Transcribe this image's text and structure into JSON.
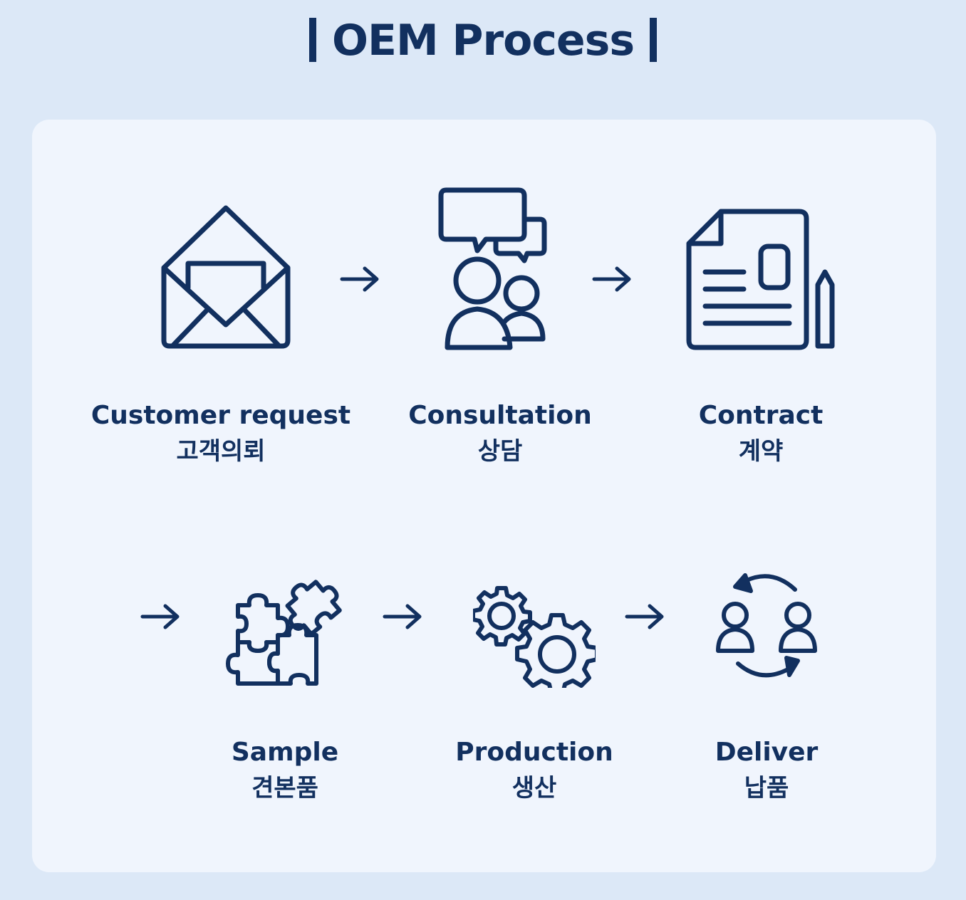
{
  "title": "OEM Process",
  "colors": {
    "background": "#dce8f7",
    "card": "#f0f5fd",
    "ink": "#12305f"
  },
  "steps": [
    {
      "icon": "envelope-icon",
      "en": "Customer request",
      "ko": "고객의뢰"
    },
    {
      "icon": "consultation-icon",
      "en": "Consultation",
      "ko": "상담"
    },
    {
      "icon": "contract-icon",
      "en": "Contract",
      "ko": "계약"
    },
    {
      "icon": "puzzle-icon",
      "en": "Sample",
      "ko": "견본품"
    },
    {
      "icon": "gears-icon",
      "en": "Production",
      "ko": "생산"
    },
    {
      "icon": "exchange-icon",
      "en": "Deliver",
      "ko": "납품"
    }
  ]
}
